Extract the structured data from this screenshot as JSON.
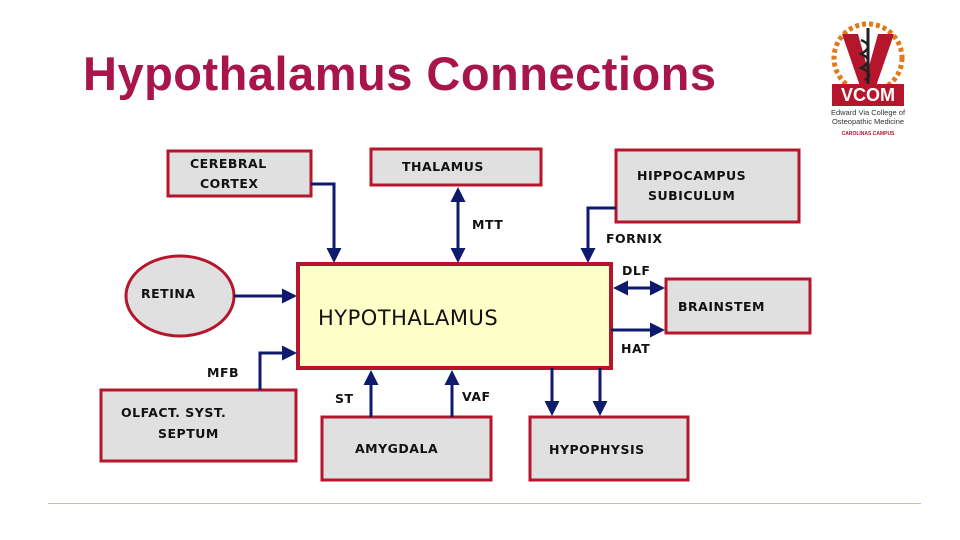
{
  "slide": {
    "title": "Hypothalamus Connections"
  },
  "logo": {
    "abbr": "VCOM",
    "line1": "Edward Via College of",
    "line2": "Osteopathic Medicine",
    "campus": "CAROLINAS CAMPUS"
  },
  "diagram": {
    "center": "HYPOTHALAMUS",
    "boxes": {
      "cerebral_1": "CEREBRAL",
      "cerebral_2": "CORTEX",
      "thalamus": "THALAMUS",
      "hippocampus_1": "HIPPOCAMPUS",
      "hippocampus_2": "SUBICULUM",
      "retina": "RETINA",
      "brainstem": "BRAINSTEM",
      "olfact_1": "OLFACT. SYST.",
      "olfact_2": "SEPTUM",
      "amygdala": "AMYGDALA",
      "hypophysis": "HYPOPHYSIS"
    },
    "pathways": {
      "mtt": "MTT",
      "fornix": "FORNIX",
      "dlf": "DLF",
      "hat": "HAT",
      "mfb": "MFB",
      "st": "ST",
      "vaf": "VAF"
    }
  },
  "colors": {
    "title": "#a8154a",
    "box_border": "#b5162b",
    "box_fill": "#e0e0e0",
    "center_fill": "#ffffc8",
    "arrow": "#0e1a6b"
  }
}
